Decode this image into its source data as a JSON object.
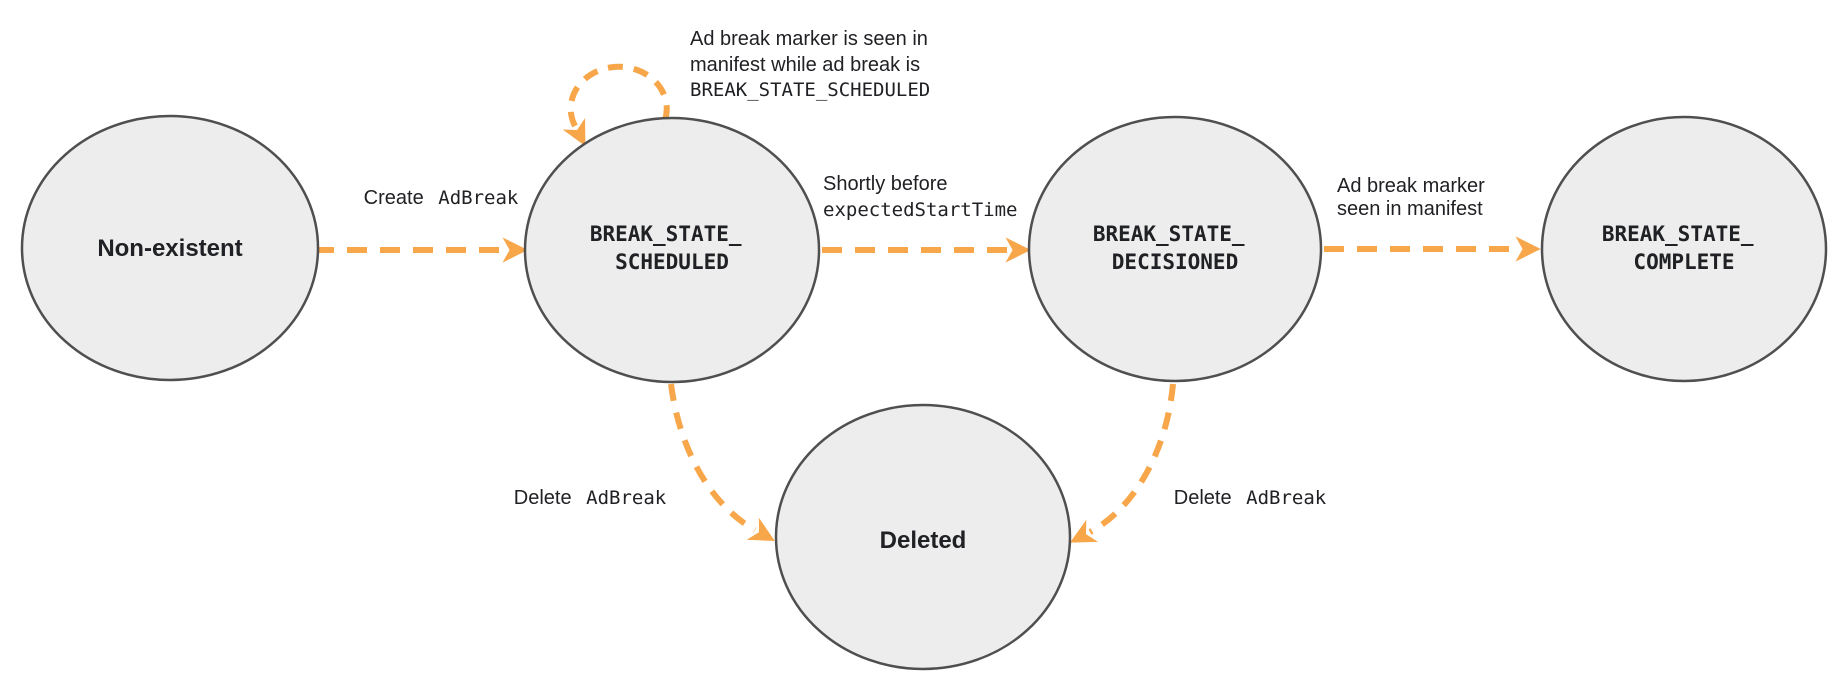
{
  "colors": {
    "arrow": "#F7A64A",
    "node_fill": "#EDEDED",
    "node_stroke": "#4F4F4F",
    "text": "#202124"
  },
  "states": [
    {
      "id": "non-existent",
      "label": "Non-existent"
    },
    {
      "id": "break-state-scheduled",
      "line1": "BREAK_STATE_",
      "line2": "SCHEDULED"
    },
    {
      "id": "break-state-decisioned",
      "line1": "BREAK_STATE_",
      "line2": "DECISIONED"
    },
    {
      "id": "break-state-complete",
      "line1": "BREAK_STATE_",
      "line2": "COMPLETE"
    },
    {
      "id": "deleted",
      "label": "Deleted"
    }
  ],
  "transitions": {
    "create": {
      "plain": "Create",
      "code": "AdBreak"
    },
    "self_loop": {
      "line1": "Ad break marker is seen in",
      "line2": "manifest while ad break is",
      "code": "BREAK_STATE_SCHEDULED"
    },
    "to_decisioned": {
      "plain": "Shortly before",
      "code": "expectedStartTime"
    },
    "to_complete": {
      "line1": "Ad break marker",
      "line2": "seen in manifest"
    },
    "delete_from_scheduled": {
      "plain": "Delete",
      "code": "AdBreak"
    },
    "delete_from_decisioned": {
      "plain": "Delete",
      "code": "AdBreak"
    }
  }
}
